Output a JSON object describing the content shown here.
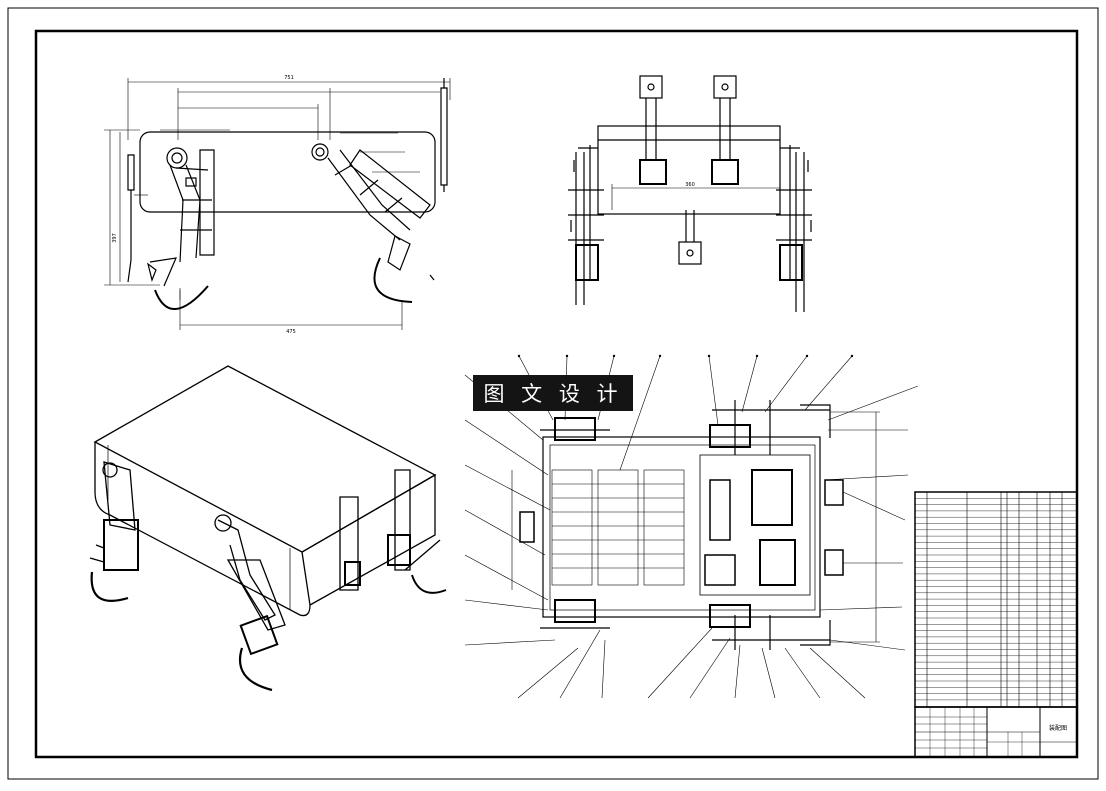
{
  "watermark": {
    "text": "图 文 设 计"
  },
  "views": {
    "side": {
      "name": "side-elevation"
    },
    "front": {
      "name": "front-elevation"
    },
    "iso": {
      "name": "isometric-view"
    },
    "plan": {
      "name": "plan-view"
    }
  },
  "dimensions": {
    "overall_width": "751",
    "overall_height": "397",
    "foot_span": "475",
    "front_span": "360"
  },
  "title_block": {
    "drawing_name": "装配图"
  }
}
